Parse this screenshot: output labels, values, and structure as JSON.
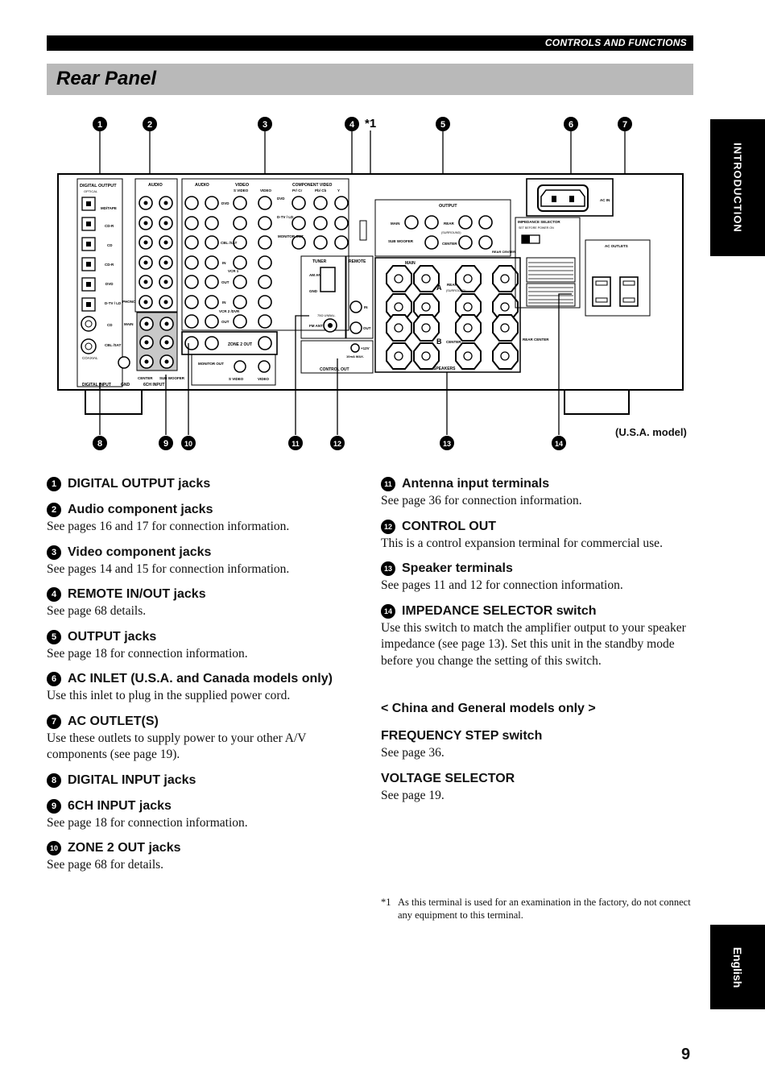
{
  "header": {
    "section": "CONTROLS AND FUNCTIONS",
    "title": "Rear Panel"
  },
  "side_tabs": {
    "top": "INTRODUCTION",
    "bottom": "English"
  },
  "page_number": "9",
  "diagram": {
    "top_callouts": [
      "1",
      "2",
      "3",
      "4",
      "5",
      "6",
      "7"
    ],
    "bottom_callouts": [
      "8",
      "9",
      "10",
      "11",
      "12",
      "13",
      "14"
    ],
    "note_mark": "*1",
    "model_label": "(U.S.A. model)",
    "labels": {
      "digital_output": "DIGITAL OUTPUT",
      "optical": "OPTICAL",
      "audio": "AUDIO",
      "video": "VIDEO",
      "s_video": "S VIDEO",
      "component_video": "COMPONENT VIDEO",
      "pr": "Pr/ Cr",
      "pb": "Pb/ Cb",
      "y": "Y",
      "output": "OUTPUT",
      "main": "MAIN",
      "rear": "REAR",
      "surround": "(SURROUND)",
      "sub_woofer": "SUB WOOFER",
      "center": "CENTER",
      "ac_in": "AC IN",
      "impedance_selector": "IMPEDANCE SELECTOR",
      "set_before": "SET BEFORE POWER ON",
      "ac_outlets": "AC OUTLETS",
      "tuner": "TUNER",
      "remote": "REMOTE",
      "am_ant": "AM ANT",
      "gnd": "GND",
      "fm_ant": "FM ANT",
      "unbal": "75Ω UNBAL.",
      "in": "IN",
      "out": "OUT",
      "control_out": "CONTROL OUT",
      "v12": "+12V",
      "max": "10mA MAX.",
      "speakers": "SPEAKERS",
      "a": "A",
      "b": "B",
      "zone2_out": "ZONE 2 OUT",
      "monitor_out": "MONITOR OUT",
      "digital_input": "DIGITAL INPUT",
      "coaxial": "COAXIAL",
      "ch6_input": "6CH INPUT",
      "sub_woofer_short": "SUB WOOFER",
      "dvd": "DVD",
      "dtv_ld": "D-TV / LD",
      "cbl_sat": "CBL /SAT",
      "vcr1": "VCR 1",
      "vcr2_dvr": "VCR 2 /DVR",
      "md_tape": "MD/TAPE",
      "cd_r": "CD-R",
      "cd": "CD",
      "phono": "PHONO",
      "rear_center": "REAR CENTER",
      "plus": "+",
      "minus": "−"
    }
  },
  "items_left": [
    {
      "num": "1",
      "title": "DIGITAL OUTPUT jacks",
      "desc": ""
    },
    {
      "num": "2",
      "title": "Audio component jacks",
      "desc": "See pages 16 and 17 for connection information."
    },
    {
      "num": "3",
      "title": "Video component jacks",
      "desc": "See pages 14 and 15 for connection information."
    },
    {
      "num": "4",
      "title": "REMOTE IN/OUT jacks",
      "desc": "See page 68 details."
    },
    {
      "num": "5",
      "title": "OUTPUT jacks",
      "desc": "See page 18 for connection information."
    },
    {
      "num": "6",
      "title": "AC INLET (U.S.A. and Canada models only)",
      "desc": "Use this inlet to plug in the supplied power cord."
    },
    {
      "num": "7",
      "title": "AC OUTLET(S)",
      "desc": "Use these outlets to supply power to your other A/V components (see page 19)."
    },
    {
      "num": "8",
      "title": "DIGITAL INPUT jacks",
      "desc": ""
    },
    {
      "num": "9",
      "title": "6CH INPUT jacks",
      "desc": "See page 18 for connection information."
    },
    {
      "num": "10",
      "title": "ZONE 2 OUT jacks",
      "desc": "See page 68 for details."
    }
  ],
  "items_right": [
    {
      "num": "11",
      "title": "Antenna input terminals",
      "desc": "See page 36 for connection information."
    },
    {
      "num": "12",
      "title": "CONTROL OUT",
      "desc": "This is a control expansion terminal for commercial use."
    },
    {
      "num": "13",
      "title": "Speaker terminals",
      "desc": "See pages 11 and 12 for connection information."
    },
    {
      "num": "14",
      "title": "IMPEDANCE SELECTOR switch",
      "desc": "Use this switch to match the amplifier output to your speaker impedance (see page 13). Set this unit in the standby mode before you change the setting of this switch."
    }
  ],
  "china_section": {
    "heading": "< China and General models only >",
    "items": [
      {
        "title": "FREQUENCY STEP switch",
        "desc": "See page 36."
      },
      {
        "title": "VOLTAGE SELECTOR",
        "desc": "See page 19."
      }
    ]
  },
  "footnote": {
    "mark": "*1",
    "text": "As this terminal is used for an examination in the factory, do not connect any equipment to this terminal."
  }
}
